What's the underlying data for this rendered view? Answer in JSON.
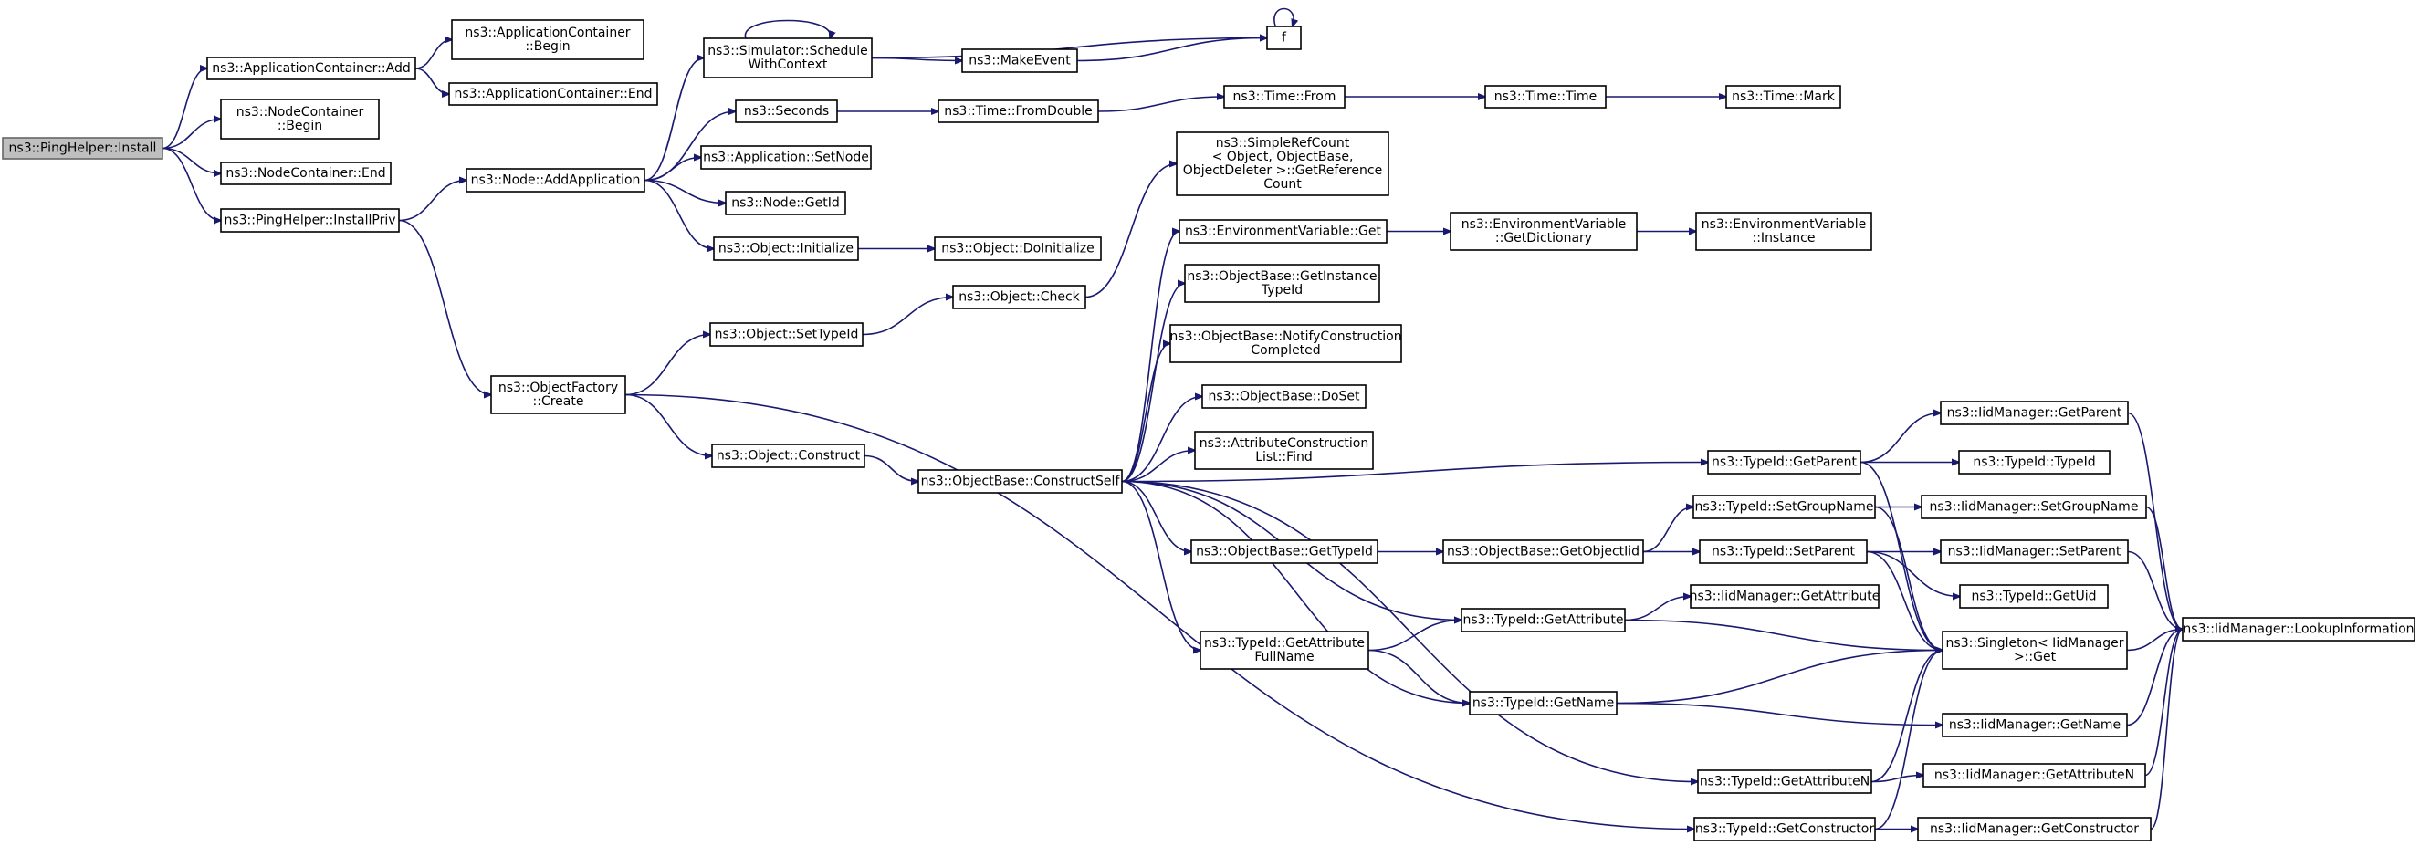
{
  "diagram": {
    "type": "call-graph",
    "root": "install",
    "colors": {
      "edge": "#191970",
      "root_fill": "#bfbfbf",
      "node_fill": "#ffffff",
      "node_stroke": "#000000"
    },
    "nodes": [
      {
        "id": "install",
        "lines": [
          "ns3::PingHelper::Install"
        ]
      },
      {
        "id": "appAdd",
        "lines": [
          "ns3::ApplicationContainer::Add"
        ]
      },
      {
        "id": "appBegin",
        "lines": [
          "ns3::ApplicationContainer",
          "::Begin"
        ]
      },
      {
        "id": "appEnd",
        "lines": [
          "ns3::ApplicationContainer::End"
        ]
      },
      {
        "id": "ncBegin",
        "lines": [
          "ns3::NodeContainer",
          "::Begin"
        ]
      },
      {
        "id": "ncEnd",
        "lines": [
          "ns3::NodeContainer::End"
        ]
      },
      {
        "id": "installPriv",
        "lines": [
          "ns3::PingHelper::InstallPriv"
        ]
      },
      {
        "id": "schedule",
        "lines": [
          "ns3::Simulator::Schedule",
          "WithContext"
        ]
      },
      {
        "id": "f",
        "lines": [
          "f"
        ]
      },
      {
        "id": "makeEvent",
        "lines": [
          "ns3::MakeEvent"
        ]
      },
      {
        "id": "seconds",
        "lines": [
          "ns3::Seconds"
        ]
      },
      {
        "id": "fromDouble",
        "lines": [
          "ns3::Time::FromDouble"
        ]
      },
      {
        "id": "timeFrom",
        "lines": [
          "ns3::Time::From"
        ]
      },
      {
        "id": "timeTime",
        "lines": [
          "ns3::Time::Time"
        ]
      },
      {
        "id": "timeMark",
        "lines": [
          "ns3::Time::Mark"
        ]
      },
      {
        "id": "addApp",
        "lines": [
          "ns3::Node::AddApplication"
        ]
      },
      {
        "id": "setNode",
        "lines": [
          "ns3::Application::SetNode"
        ]
      },
      {
        "id": "getId",
        "lines": [
          "ns3::Node::GetId"
        ]
      },
      {
        "id": "objInit",
        "lines": [
          "ns3::Object::Initialize"
        ]
      },
      {
        "id": "doInit",
        "lines": [
          "ns3::Object::DoInitialize"
        ]
      },
      {
        "id": "simpleRef",
        "lines": [
          "ns3::SimpleRefCount",
          "< Object, ObjectBase,",
          " ObjectDeleter >::GetReference",
          "Count"
        ]
      },
      {
        "id": "envGet",
        "lines": [
          "ns3::EnvironmentVariable::Get"
        ]
      },
      {
        "id": "envDict",
        "lines": [
          "ns3::EnvironmentVariable",
          "::GetDictionary"
        ]
      },
      {
        "id": "envInst",
        "lines": [
          "ns3::EnvironmentVariable",
          "::Instance"
        ]
      },
      {
        "id": "objCheck",
        "lines": [
          "ns3::Object::Check"
        ]
      },
      {
        "id": "getInstTid",
        "lines": [
          "ns3::ObjectBase::GetInstance",
          "TypeId"
        ]
      },
      {
        "id": "notifyCons",
        "lines": [
          "ns3::ObjectBase::NotifyConstruction",
          "Completed"
        ]
      },
      {
        "id": "setTypeId",
        "lines": [
          "ns3::Object::SetTypeId"
        ]
      },
      {
        "id": "factory",
        "lines": [
          "ns3::ObjectFactory",
          "::Create"
        ]
      },
      {
        "id": "doSet",
        "lines": [
          "ns3::ObjectBase::DoSet"
        ]
      },
      {
        "id": "attrFind",
        "lines": [
          "ns3::AttributeConstruction",
          "List::Find"
        ]
      },
      {
        "id": "construct",
        "lines": [
          "ns3::Object::Construct"
        ]
      },
      {
        "id": "consSelf",
        "lines": [
          "ns3::ObjectBase::ConstructSelf"
        ]
      },
      {
        "id": "tidGetParent",
        "lines": [
          "ns3::TypeId::GetParent"
        ]
      },
      {
        "id": "iidGetParent",
        "lines": [
          "ns3::IidManager::GetParent"
        ]
      },
      {
        "id": "tidTypeId",
        "lines": [
          "ns3::TypeId::TypeId"
        ]
      },
      {
        "id": "tidSetGroup",
        "lines": [
          "ns3::TypeId::SetGroupName"
        ]
      },
      {
        "id": "iidSetGroup",
        "lines": [
          "ns3::IidManager::SetGroupName"
        ]
      },
      {
        "id": "obGetTypeId",
        "lines": [
          "ns3::ObjectBase::GetTypeId"
        ]
      },
      {
        "id": "getObjectIid",
        "lines": [
          "ns3::ObjectBase::GetObjectIid"
        ]
      },
      {
        "id": "tidSetParent",
        "lines": [
          "ns3::TypeId::SetParent"
        ]
      },
      {
        "id": "iidSetParent",
        "lines": [
          "ns3::IidManager::SetParent"
        ]
      },
      {
        "id": "tidGetUid",
        "lines": [
          "ns3::TypeId::GetUid"
        ]
      },
      {
        "id": "iidGetAttr",
        "lines": [
          "ns3::IidManager::GetAttribute"
        ]
      },
      {
        "id": "tidGetAttr",
        "lines": [
          "ns3::TypeId::GetAttribute"
        ]
      },
      {
        "id": "lookup",
        "lines": [
          "ns3::IidManager::LookupInformation"
        ]
      },
      {
        "id": "attrFullName",
        "lines": [
          "ns3::TypeId::GetAttribute",
          "FullName"
        ]
      },
      {
        "id": "singleton",
        "lines": [
          "ns3::Singleton< IidManager",
          " >::Get"
        ]
      },
      {
        "id": "tidGetName",
        "lines": [
          "ns3::TypeId::GetName"
        ]
      },
      {
        "id": "iidGetName",
        "lines": [
          "ns3::IidManager::GetName"
        ]
      },
      {
        "id": "tidGetAttrN",
        "lines": [
          "ns3::TypeId::GetAttributeN"
        ]
      },
      {
        "id": "iidGetAttrN",
        "lines": [
          "ns3::IidManager::GetAttributeN"
        ]
      },
      {
        "id": "tidGetCons",
        "lines": [
          "ns3::TypeId::GetConstructor"
        ]
      },
      {
        "id": "iidGetCons",
        "lines": [
          "ns3::IidManager::GetConstructor"
        ]
      }
    ],
    "edges": [
      [
        "install",
        "appAdd"
      ],
      [
        "install",
        "ncBegin"
      ],
      [
        "install",
        "ncEnd"
      ],
      [
        "install",
        "installPriv"
      ],
      [
        "appAdd",
        "appBegin"
      ],
      [
        "appAdd",
        "appEnd"
      ],
      [
        "installPriv",
        "addApp"
      ],
      [
        "installPriv",
        "factory"
      ],
      [
        "addApp",
        "schedule"
      ],
      [
        "addApp",
        "seconds"
      ],
      [
        "addApp",
        "setNode"
      ],
      [
        "addApp",
        "getId"
      ],
      [
        "addApp",
        "objInit"
      ],
      [
        "schedule",
        "schedule"
      ],
      [
        "schedule",
        "f"
      ],
      [
        "schedule",
        "makeEvent"
      ],
      [
        "makeEvent",
        "f"
      ],
      [
        "f",
        "f"
      ],
      [
        "seconds",
        "fromDouble"
      ],
      [
        "fromDouble",
        "timeFrom"
      ],
      [
        "timeFrom",
        "timeTime"
      ],
      [
        "timeTime",
        "timeMark"
      ],
      [
        "objInit",
        "doInit"
      ],
      [
        "factory",
        "setTypeId"
      ],
      [
        "factory",
        "construct"
      ],
      [
        "factory",
        "tidGetCons"
      ],
      [
        "setTypeId",
        "objCheck"
      ],
      [
        "objCheck",
        "simpleRef"
      ],
      [
        "construct",
        "consSelf"
      ],
      [
        "consSelf",
        "envGet"
      ],
      [
        "consSelf",
        "getInstTid"
      ],
      [
        "consSelf",
        "notifyCons"
      ],
      [
        "consSelf",
        "doSet"
      ],
      [
        "consSelf",
        "attrFind"
      ],
      [
        "consSelf",
        "tidGetParent"
      ],
      [
        "consSelf",
        "obGetTypeId"
      ],
      [
        "consSelf",
        "tidGetAttr"
      ],
      [
        "consSelf",
        "attrFullName"
      ],
      [
        "consSelf",
        "tidGetName"
      ],
      [
        "consSelf",
        "tidGetAttrN"
      ],
      [
        "envGet",
        "envDict"
      ],
      [
        "envDict",
        "envInst"
      ],
      [
        "tidGetParent",
        "iidGetParent"
      ],
      [
        "tidGetParent",
        "tidTypeId"
      ],
      [
        "tidGetParent",
        "singleton"
      ],
      [
        "obGetTypeId",
        "getObjectIid"
      ],
      [
        "getObjectIid",
        "tidSetGroup"
      ],
      [
        "getObjectIid",
        "tidSetParent"
      ],
      [
        "tidSetGroup",
        "iidSetGroup"
      ],
      [
        "tidSetGroup",
        "singleton"
      ],
      [
        "tidSetParent",
        "iidSetParent"
      ],
      [
        "tidSetParent",
        "tidGetUid"
      ],
      [
        "tidSetParent",
        "singleton"
      ],
      [
        "tidGetAttr",
        "iidGetAttr"
      ],
      [
        "tidGetAttr",
        "singleton"
      ],
      [
        "attrFullName",
        "tidGetAttr"
      ],
      [
        "attrFullName",
        "tidGetName"
      ],
      [
        "tidGetName",
        "singleton"
      ],
      [
        "tidGetName",
        "iidGetName"
      ],
      [
        "tidGetAttrN",
        "singleton"
      ],
      [
        "tidGetAttrN",
        "iidGetAttrN"
      ],
      [
        "tidGetCons",
        "singleton"
      ],
      [
        "tidGetCons",
        "iidGetCons"
      ],
      [
        "iidGetParent",
        "lookup"
      ],
      [
        "iidSetGroup",
        "lookup"
      ],
      [
        "iidSetParent",
        "lookup"
      ],
      [
        "singleton",
        "lookup"
      ],
      [
        "iidGetName",
        "lookup"
      ],
      [
        "iidGetAttrN",
        "lookup"
      ],
      [
        "iidGetCons",
        "lookup"
      ]
    ]
  }
}
